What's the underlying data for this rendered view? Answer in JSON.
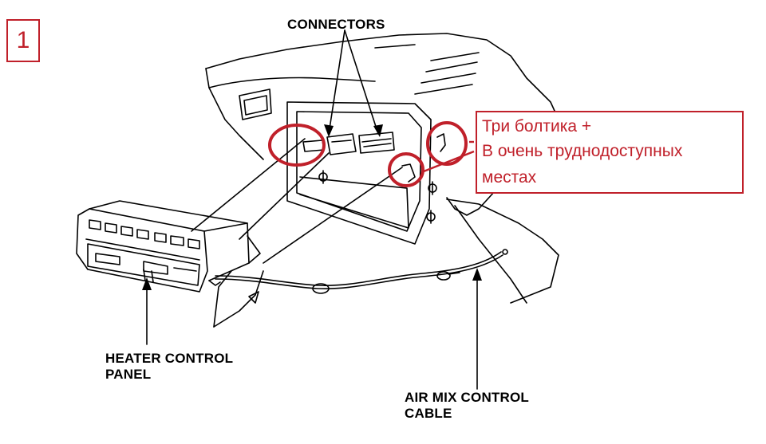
{
  "figure_number": "1",
  "labels": {
    "connectors": "CONNECTORS",
    "heater_panel_line1": "HEATER CONTROL",
    "heater_panel_line2": "PANEL",
    "air_mix_line1": "AIR MIX CONTROL",
    "air_mix_line2": "CABLE"
  },
  "note": {
    "line1": "Три болтика +",
    "line2": "В очень труднодоступных",
    "line3": "местах"
  },
  "colors": {
    "accent": "#c0202a",
    "ink": "#000000"
  }
}
